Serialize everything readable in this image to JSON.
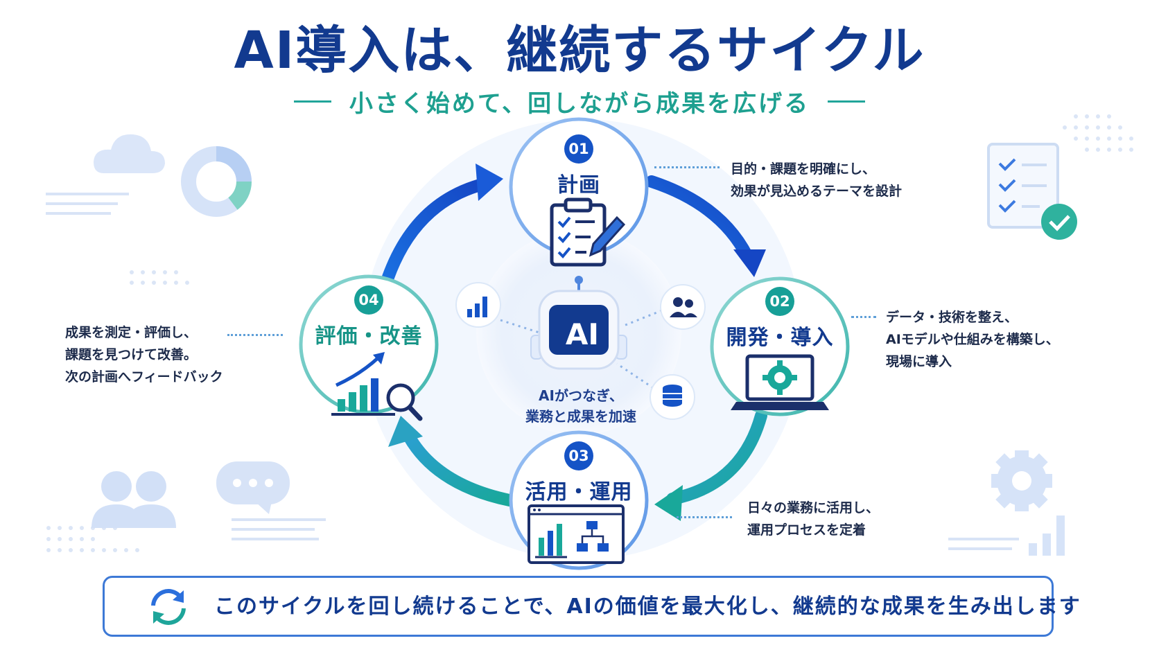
{
  "header": {
    "title": "AI導入は、継続するサイクル",
    "subtitle": "小さく始めて、回しながら成果を広げる"
  },
  "steps": [
    {
      "number": "01",
      "title": "計画",
      "description_lines": [
        "目的・課題を明確にし、",
        "効果が見込めるテーマを設計"
      ]
    },
    {
      "number": "02",
      "title": "開発・導入",
      "description_lines": [
        "データ・技術を整え、",
        "AIモデルや仕組みを構築し、",
        "現場に導入"
      ]
    },
    {
      "number": "03",
      "title": "活用・運用",
      "description_lines": [
        "日々の業務に活用し、",
        "運用プロセスを定着"
      ]
    },
    {
      "number": "04",
      "title": "評価・改善",
      "description_lines": [
        "成果を測定・評価し、",
        "課題を見つけて改善。",
        "次の計画へフィードバック"
      ]
    }
  ],
  "center": {
    "ai_label": "AI",
    "caption_lines": [
      "AIがつなぎ、",
      "業務と成果を加速"
    ]
  },
  "footer": {
    "text": "このサイクルを回し続けることで、AIの価値を最大化し、継続的な成果を生み出します"
  },
  "colors": {
    "navy": "#123a8f",
    "blue": "#1553c6",
    "teal": "#179f97",
    "light_blue": "#dbe8fb"
  },
  "icons": [
    "clipboard-checklist-icon",
    "laptop-gear-icon",
    "dashboard-chart-icon",
    "chart-magnifier-icon",
    "robot-icon",
    "bar-chart-icon",
    "users-icon",
    "database-icon",
    "cloud-icon",
    "donut-chart-icon",
    "checklist-document-icon",
    "checkmark-icon",
    "people-icon",
    "chat-bubble-icon",
    "gear-icon",
    "refresh-cycle-icon"
  ]
}
